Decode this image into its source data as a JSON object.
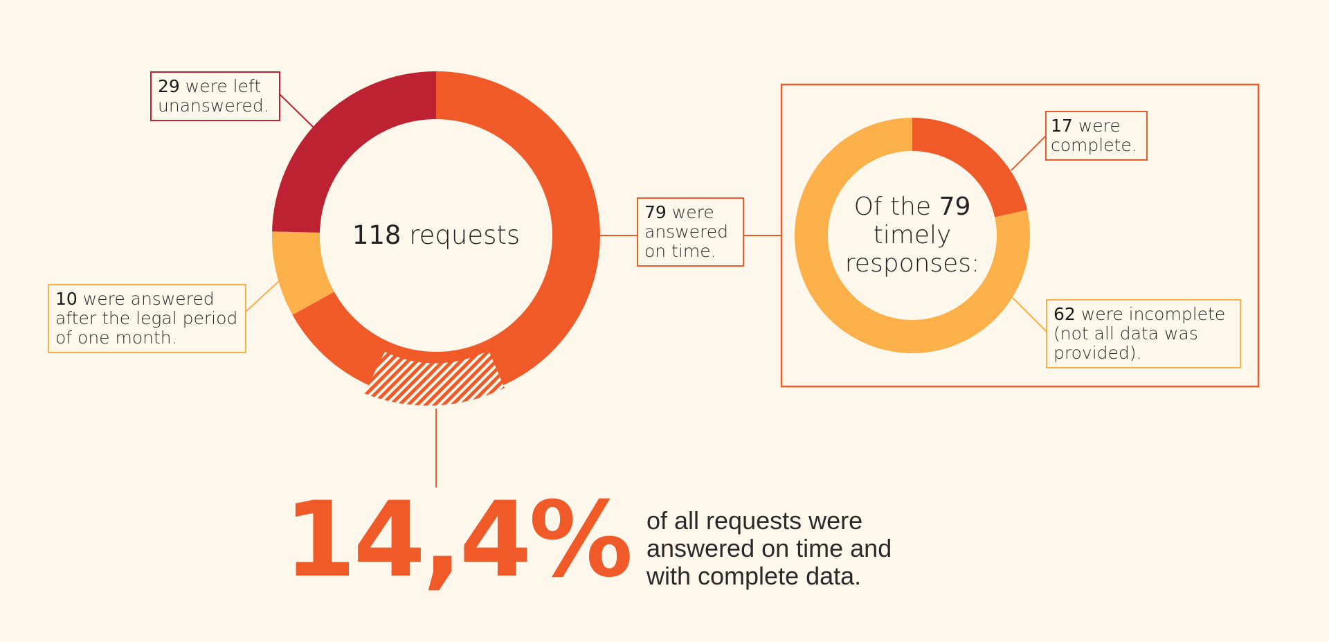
{
  "colors": {
    "background": "#fdf7ec",
    "orange": "#f05a28",
    "red": "#bc2232",
    "yellow": "#fbb04a",
    "text": "#222222"
  },
  "left_donut": {
    "center_number": "118",
    "center_text": "requests"
  },
  "callouts": {
    "unanswered": {
      "number": "29",
      "text": " were left unanswered."
    },
    "late": {
      "number": "10",
      "text": " were answered after the legal period of one month."
    },
    "on_time": {
      "number": "79",
      "text": " were answered on time."
    },
    "complete": {
      "number": "17",
      "text": " were complete."
    },
    "incomplete": {
      "number": "62",
      "text": " were incomplete (not all data was provided)."
    }
  },
  "right_donut": {
    "line1_prefix": "Of the ",
    "line1_number": "79",
    "line2": "timely",
    "line3": "responses:"
  },
  "headline": {
    "percent": "14,4%",
    "description": "of all requests were answered on time and with complete data."
  },
  "chart_data": [
    {
      "type": "pie",
      "title": "118 requests",
      "categories": [
        "Answered on time",
        "Answered after the legal period of one month",
        "Left unanswered"
      ],
      "values": [
        79,
        10,
        29
      ],
      "colors": [
        "#f05a28",
        "#fbb04a",
        "#bc2232"
      ],
      "annotations": [
        "Hatched sub-portion of 'answered on time' = 17 complete responses (14,4% of all requests)"
      ]
    },
    {
      "type": "pie",
      "title": "Of the 79 timely responses:",
      "categories": [
        "Complete",
        "Incomplete (not all data was provided)"
      ],
      "values": [
        17,
        62
      ],
      "colors": [
        "#f05a28",
        "#fbb04a"
      ]
    }
  ]
}
